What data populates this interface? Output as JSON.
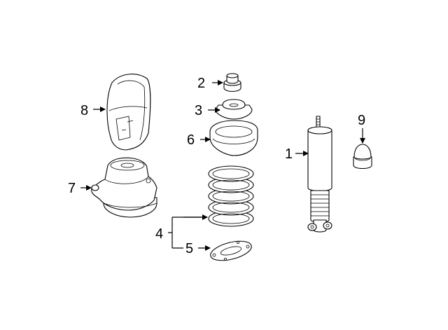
{
  "callouts": [
    {
      "id": "1"
    },
    {
      "id": "2"
    },
    {
      "id": "3"
    },
    {
      "id": "4"
    },
    {
      "id": "5"
    },
    {
      "id": "6"
    },
    {
      "id": "7"
    },
    {
      "id": "8"
    },
    {
      "id": "9"
    }
  ]
}
